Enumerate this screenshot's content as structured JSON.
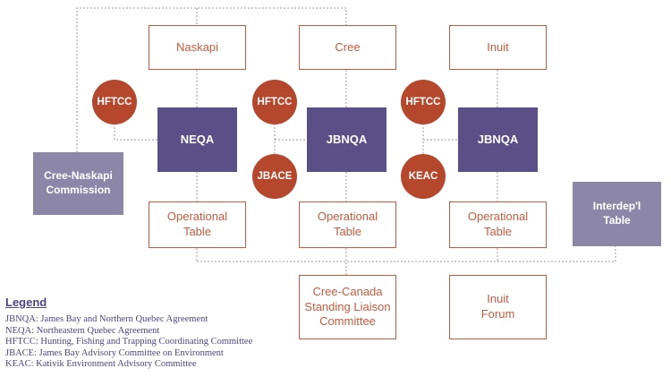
{
  "nations": {
    "naskapi": "Naskapi",
    "cree": "Cree",
    "inuit": "Inuit"
  },
  "agreements": {
    "left": "NEQA",
    "middle": "JBNQA",
    "right": "JBNQA"
  },
  "committees": {
    "hftcc_left": "HFTCC",
    "hftcc_middle": "HFTCC",
    "hftcc_right": "HFTCC",
    "jbace": "JBACE",
    "keac": "KEAC"
  },
  "operational": {
    "left": "Operational\nTable",
    "middle": "Operational\nTable",
    "right": "Operational\nTable"
  },
  "cree_naskapi_commission": "Cree-Naskapi\nCommission",
  "interdep_table": "Interdep'l\nTable",
  "cree_canada": "Cree-Canada\nStanding Liaison\nCommittee",
  "inuit_forum": "Inuit\nForum",
  "legend": {
    "title": "Legend",
    "items": [
      "JBNQA: James Bay and Northern Quebec Agreement",
      "NEQA: Northeastern Quebec Agreement",
      "HFTCC: Hunting, Fishing and Trapping Coordinating Committee",
      "JBACE: James Bay Advisory Committee on Environment",
      "KEAC: Kativik Environment Advisory Committee"
    ]
  },
  "colors": {
    "outline": "#c65a3c",
    "agreement_fill": "#5a4f86",
    "commission_fill": "#8c86a8",
    "committee_circle": "#b5472d",
    "connector": "#9a9a9a",
    "legend_text": "#4a4480"
  }
}
